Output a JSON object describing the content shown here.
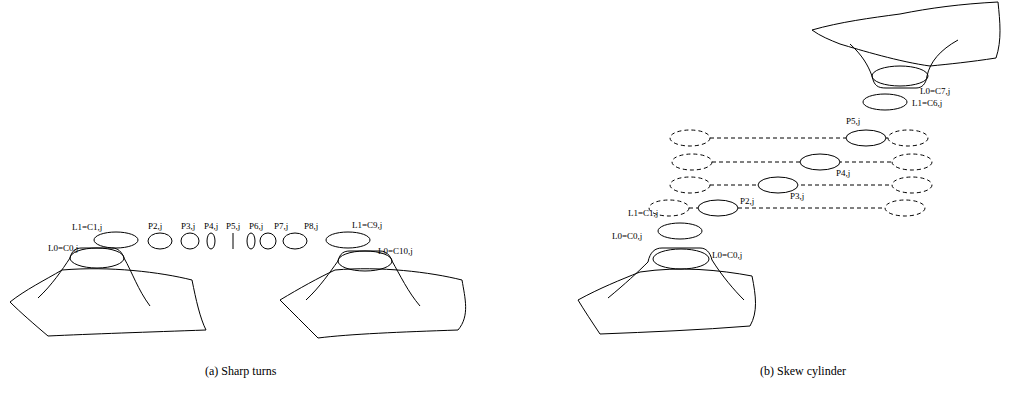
{
  "diagram": {
    "labels": [
      "L0=C0,j",
      "L1=C1,j",
      "P2,j",
      "P3,j",
      "P4,j",
      "P5,j",
      "P6,j",
      "P7,j",
      "P8,j",
      "L1=C9,j",
      "L0=C10,j",
      "(a) Sharp turns",
      "L0=C7,j",
      "L1=C6,j",
      "P5,j",
      "P4,j",
      "P3,j",
      "L1=C1,j",
      "P2,j",
      "L0=C0,j",
      "L0=C0,j",
      "(b) Skew cylinder"
    ]
  }
}
